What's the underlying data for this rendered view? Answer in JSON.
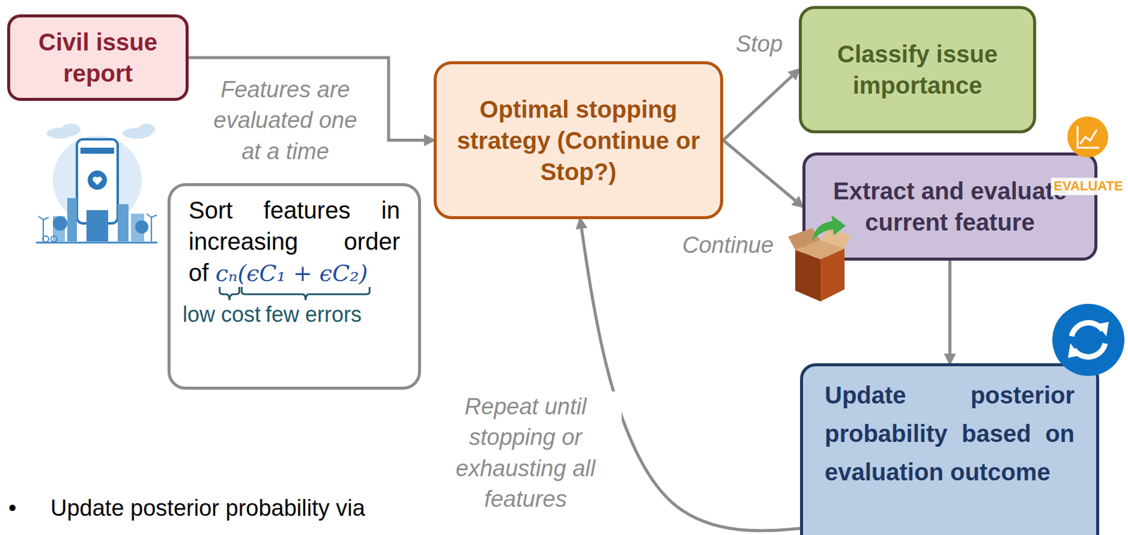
{
  "diagram": {
    "nodes": [
      {
        "text": [
          "Civil issue report"
        ]
      },
      {
        "text": [
          "Sort features in increasing order of",
          "cₙ(ϵC₁ + ϵC₂)",
          "low cost",
          "few errors"
        ]
      },
      {
        "text": [
          "Optimal stopping strategy (Continue or Stop?)"
        ]
      },
      {
        "text": [
          "Classify issue importance"
        ]
      },
      {
        "text": [
          "Extract and evaluate current feature"
        ]
      },
      {
        "text": [
          "Update posterior probability based on evaluation outcome"
        ]
      }
    ],
    "edges": [
      {
        "from": 0,
        "to": 2,
        "arrow": "to",
        "label": "Features are evaluated one at a time"
      },
      {
        "from": 2,
        "to": 3,
        "arrow": "to",
        "label": "Stop"
      },
      {
        "from": 2,
        "to": 4,
        "arrow": "to",
        "label": "Continue"
      },
      {
        "from": 4,
        "to": 5,
        "arrow": "to"
      },
      {
        "from": 5,
        "to": 2,
        "arrow": "to",
        "label": "Repeat until stopping or exhausting all features"
      }
    ],
    "labels": [
      "EVALUATE",
      "•",
      "Update posterior probability via"
    ]
  }
}
